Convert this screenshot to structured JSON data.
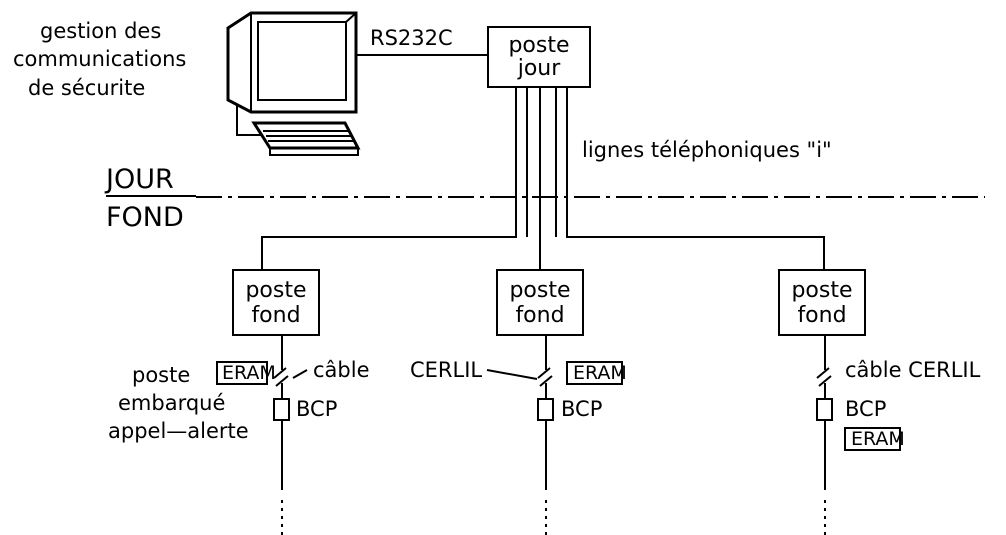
{
  "title_lines": [
    "gestion des",
    "communications",
    "de sécurite"
  ],
  "link_label": "RS232C",
  "top_station": [
    "poste",
    "jour"
  ],
  "phone_lines_label": "lignes téléphoniques \"i\"",
  "zone_top": "JOUR",
  "zone_bottom": "FOND",
  "bottom_station": [
    "poste",
    "fond"
  ],
  "eram_label": "ERAM",
  "bcp_label": "BCP",
  "cable_label_left": "câble",
  "cable_label_mid": "CERLIL",
  "cable_label_right": "câble CERLIL",
  "embedded_post_lines": [
    "poste",
    "embarqué",
    "appel—alerte"
  ]
}
